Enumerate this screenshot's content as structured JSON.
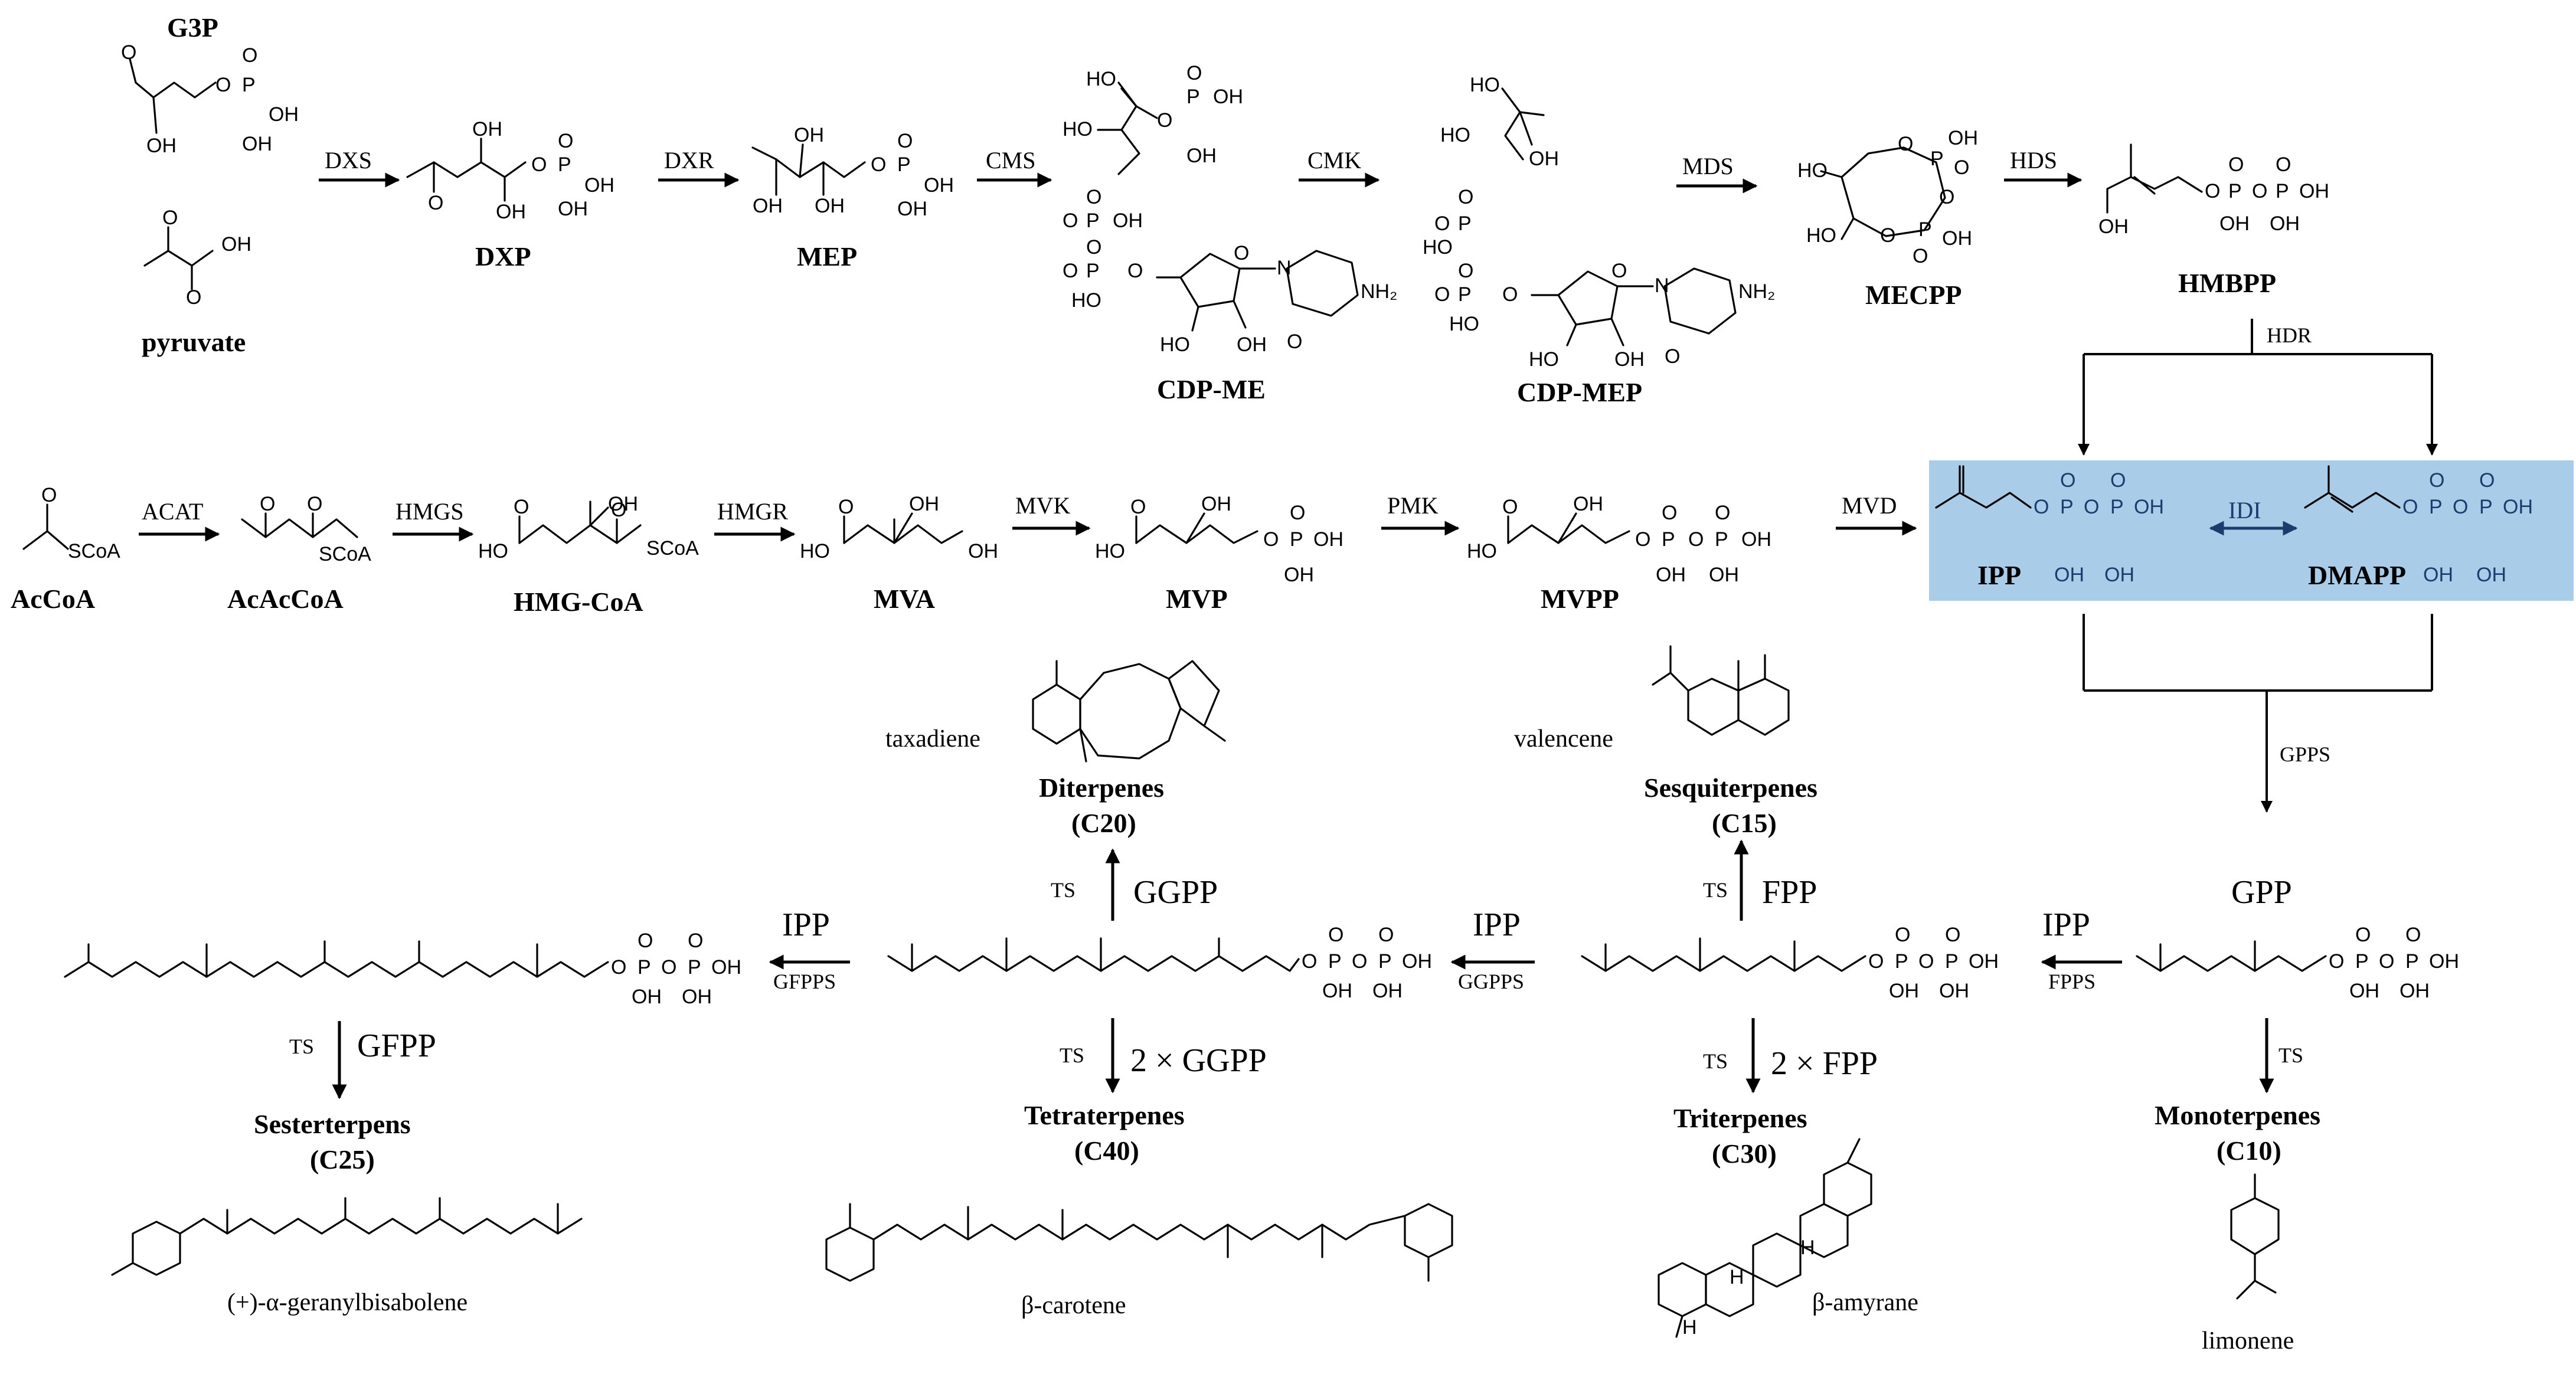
{
  "mep_pathway": {
    "g3p": "G3P",
    "pyruvate": "pyruvate",
    "dxp": "DXP",
    "mep": "MEP",
    "cdp_me": "CDP-ME",
    "cdp_mep": "CDP-MEP",
    "mecpp": "MECPP",
    "hmbpp": "HMBPP",
    "enzymes": {
      "dxs": "DXS",
      "dxr": "DXR",
      "cms": "CMS",
      "cmk": "CMK",
      "mds": "MDS",
      "hds": "HDS",
      "hdr": "HDR"
    }
  },
  "mva_pathway": {
    "accoa": "AcCoA",
    "acaccoa": "AcAcCoA",
    "hmg_coa": "HMG-CoA",
    "mva": "MVA",
    "mvp": "MVP",
    "mvpp": "MVPP",
    "enzymes": {
      "acat": "ACAT",
      "hmgs": "HMGS",
      "hmgr": "HMGR",
      "mvk": "MVK",
      "pmk": "PMK",
      "mvd": "MVD"
    }
  },
  "isoprene_units": {
    "ipp": "IPP",
    "dmapp": "DMAPP",
    "idi": "IDI",
    "highlight_color": "#a9cce8"
  },
  "downstream": {
    "gpps": "GPPS",
    "gpp": "GPP",
    "fpps": "FPPS",
    "fpp": "FPP",
    "ggpps": "GGPPS",
    "ggpp": "GGPP",
    "gfpps": "GFPPS",
    "gfpp": "GFPP",
    "ipp": "IPP",
    "ts": "TS",
    "two_ggpp": "2 × GGPP",
    "two_fpp": "2 × FPP"
  },
  "terpene_classes": {
    "mono_name": "Monoterpenes",
    "mono_c": "(C10)",
    "sesqui_name": "Sesquiterpenes",
    "sesqui_c": "(C15)",
    "di_name": "Diterpenes",
    "di_c": "(C20)",
    "sester_name": "Sesterterpens",
    "sester_c": "(C25)",
    "tri_name": "Triterpenes",
    "tri_c": "(C30)",
    "tetra_name": "Tetraterpenes",
    "tetra_c": "(C40)"
  },
  "products": {
    "taxadiene": "taxadiene",
    "valencene": "valencene",
    "limonene": "limonene",
    "beta_amyrane": "β-amyrane",
    "beta_carotene": "β-carotene",
    "geranylbisabolene": "(+)-α-geranylbisabolene"
  },
  "atoms": {
    "oh": "OH",
    "o": "O",
    "p": "P",
    "ho": "HO",
    "nh2": "NH₂",
    "n": "N",
    "scoa": "SCoA",
    "h": "H"
  }
}
